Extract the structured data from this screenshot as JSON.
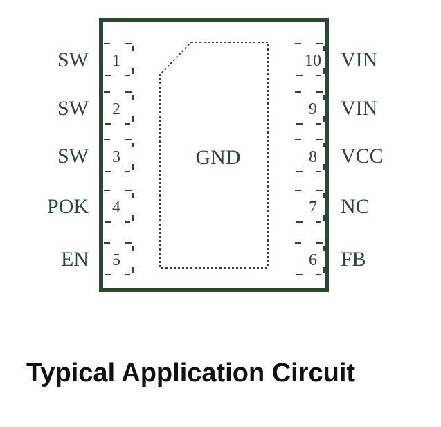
{
  "colors": {
    "package": "#2a4a2f",
    "caption": "#111111"
  },
  "package": {
    "pad_label": "GND"
  },
  "pins_left": [
    {
      "number": "1",
      "name": "SW"
    },
    {
      "number": "2",
      "name": "SW"
    },
    {
      "number": "3",
      "name": "SW"
    },
    {
      "number": "4",
      "name": "POK"
    },
    {
      "number": "5",
      "name": "EN"
    }
  ],
  "pins_right": [
    {
      "number": "10",
      "name": "VIN"
    },
    {
      "number": "9",
      "name": "VIN"
    },
    {
      "number": "8",
      "name": "VCC"
    },
    {
      "number": "7",
      "name": "NC"
    },
    {
      "number": "6",
      "name": "FB"
    }
  ],
  "caption": "Typical Application Circuit"
}
